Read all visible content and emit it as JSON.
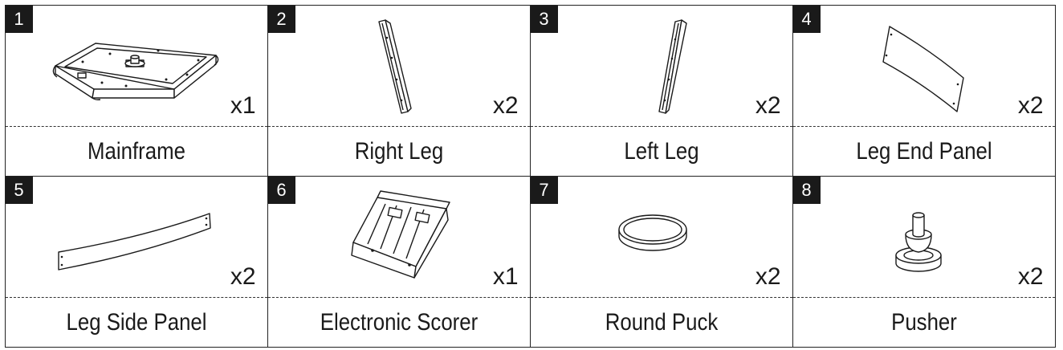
{
  "parts": [
    {
      "number": "1",
      "name": "Mainframe",
      "qty": "x1",
      "icon": "mainframe-icon"
    },
    {
      "number": "2",
      "name": "Right Leg",
      "qty": "x2",
      "icon": "right-leg-icon"
    },
    {
      "number": "3",
      "name": "Left Leg",
      "qty": "x2",
      "icon": "left-leg-icon"
    },
    {
      "number": "4",
      "name": "Leg End Panel",
      "qty": "x2",
      "icon": "leg-end-panel-icon"
    },
    {
      "number": "5",
      "name": "Leg Side Panel",
      "qty": "x2",
      "icon": "leg-side-panel-icon"
    },
    {
      "number": "6",
      "name": "Electronic Scorer",
      "qty": "x1",
      "icon": "electronic-scorer-icon"
    },
    {
      "number": "7",
      "name": "Round Puck",
      "qty": "x2",
      "icon": "round-puck-icon"
    },
    {
      "number": "8",
      "name": "Pusher",
      "qty": "x2",
      "icon": "pusher-icon"
    }
  ]
}
